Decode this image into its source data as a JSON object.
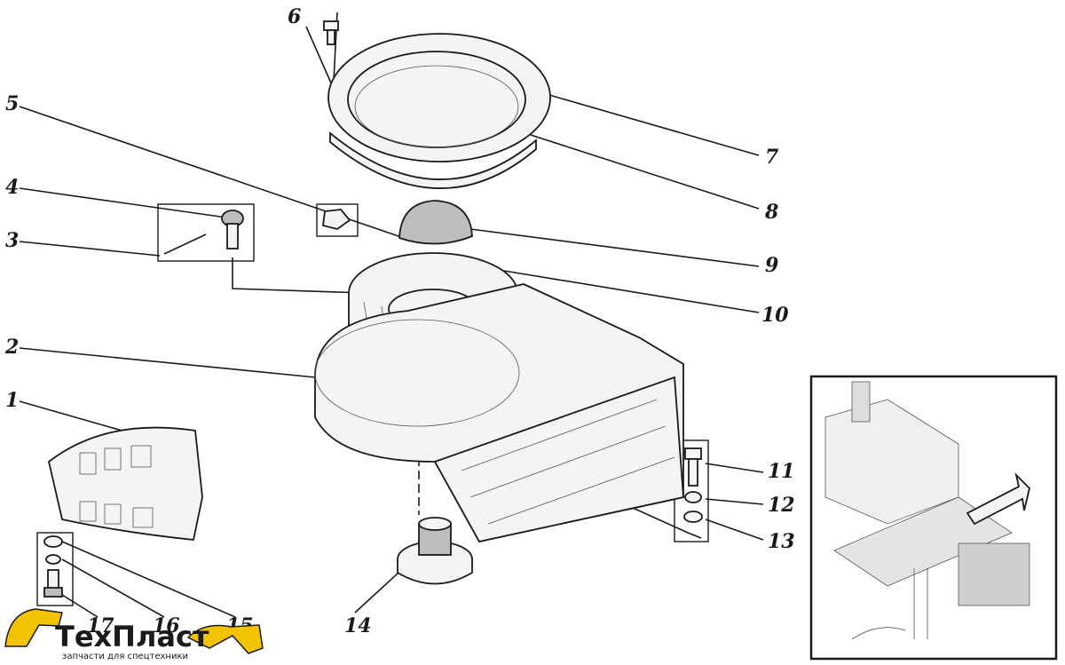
{
  "callouts": [
    {
      "id": "1",
      "label": "1"
    },
    {
      "id": "2",
      "label": "2"
    },
    {
      "id": "3",
      "label": "3"
    },
    {
      "id": "4",
      "label": "4"
    },
    {
      "id": "5",
      "label": "5"
    },
    {
      "id": "6",
      "label": "6"
    },
    {
      "id": "7",
      "label": "7"
    },
    {
      "id": "8",
      "label": "8"
    },
    {
      "id": "9",
      "label": "9"
    },
    {
      "id": "10",
      "label": "10"
    },
    {
      "id": "11",
      "label": "11"
    },
    {
      "id": "12",
      "label": "12"
    },
    {
      "id": "13",
      "label": "13"
    },
    {
      "id": "14",
      "label": "14"
    },
    {
      "id": "15",
      "label": "15"
    },
    {
      "id": "16",
      "label": "16"
    },
    {
      "id": "17",
      "label": "17"
    }
  ],
  "logo": {
    "name": "ТехПласт",
    "tagline": "запчасти для спецтехники"
  },
  "colors": {
    "ink": "#1a1a1a",
    "logo_accent": "#f2c300"
  }
}
